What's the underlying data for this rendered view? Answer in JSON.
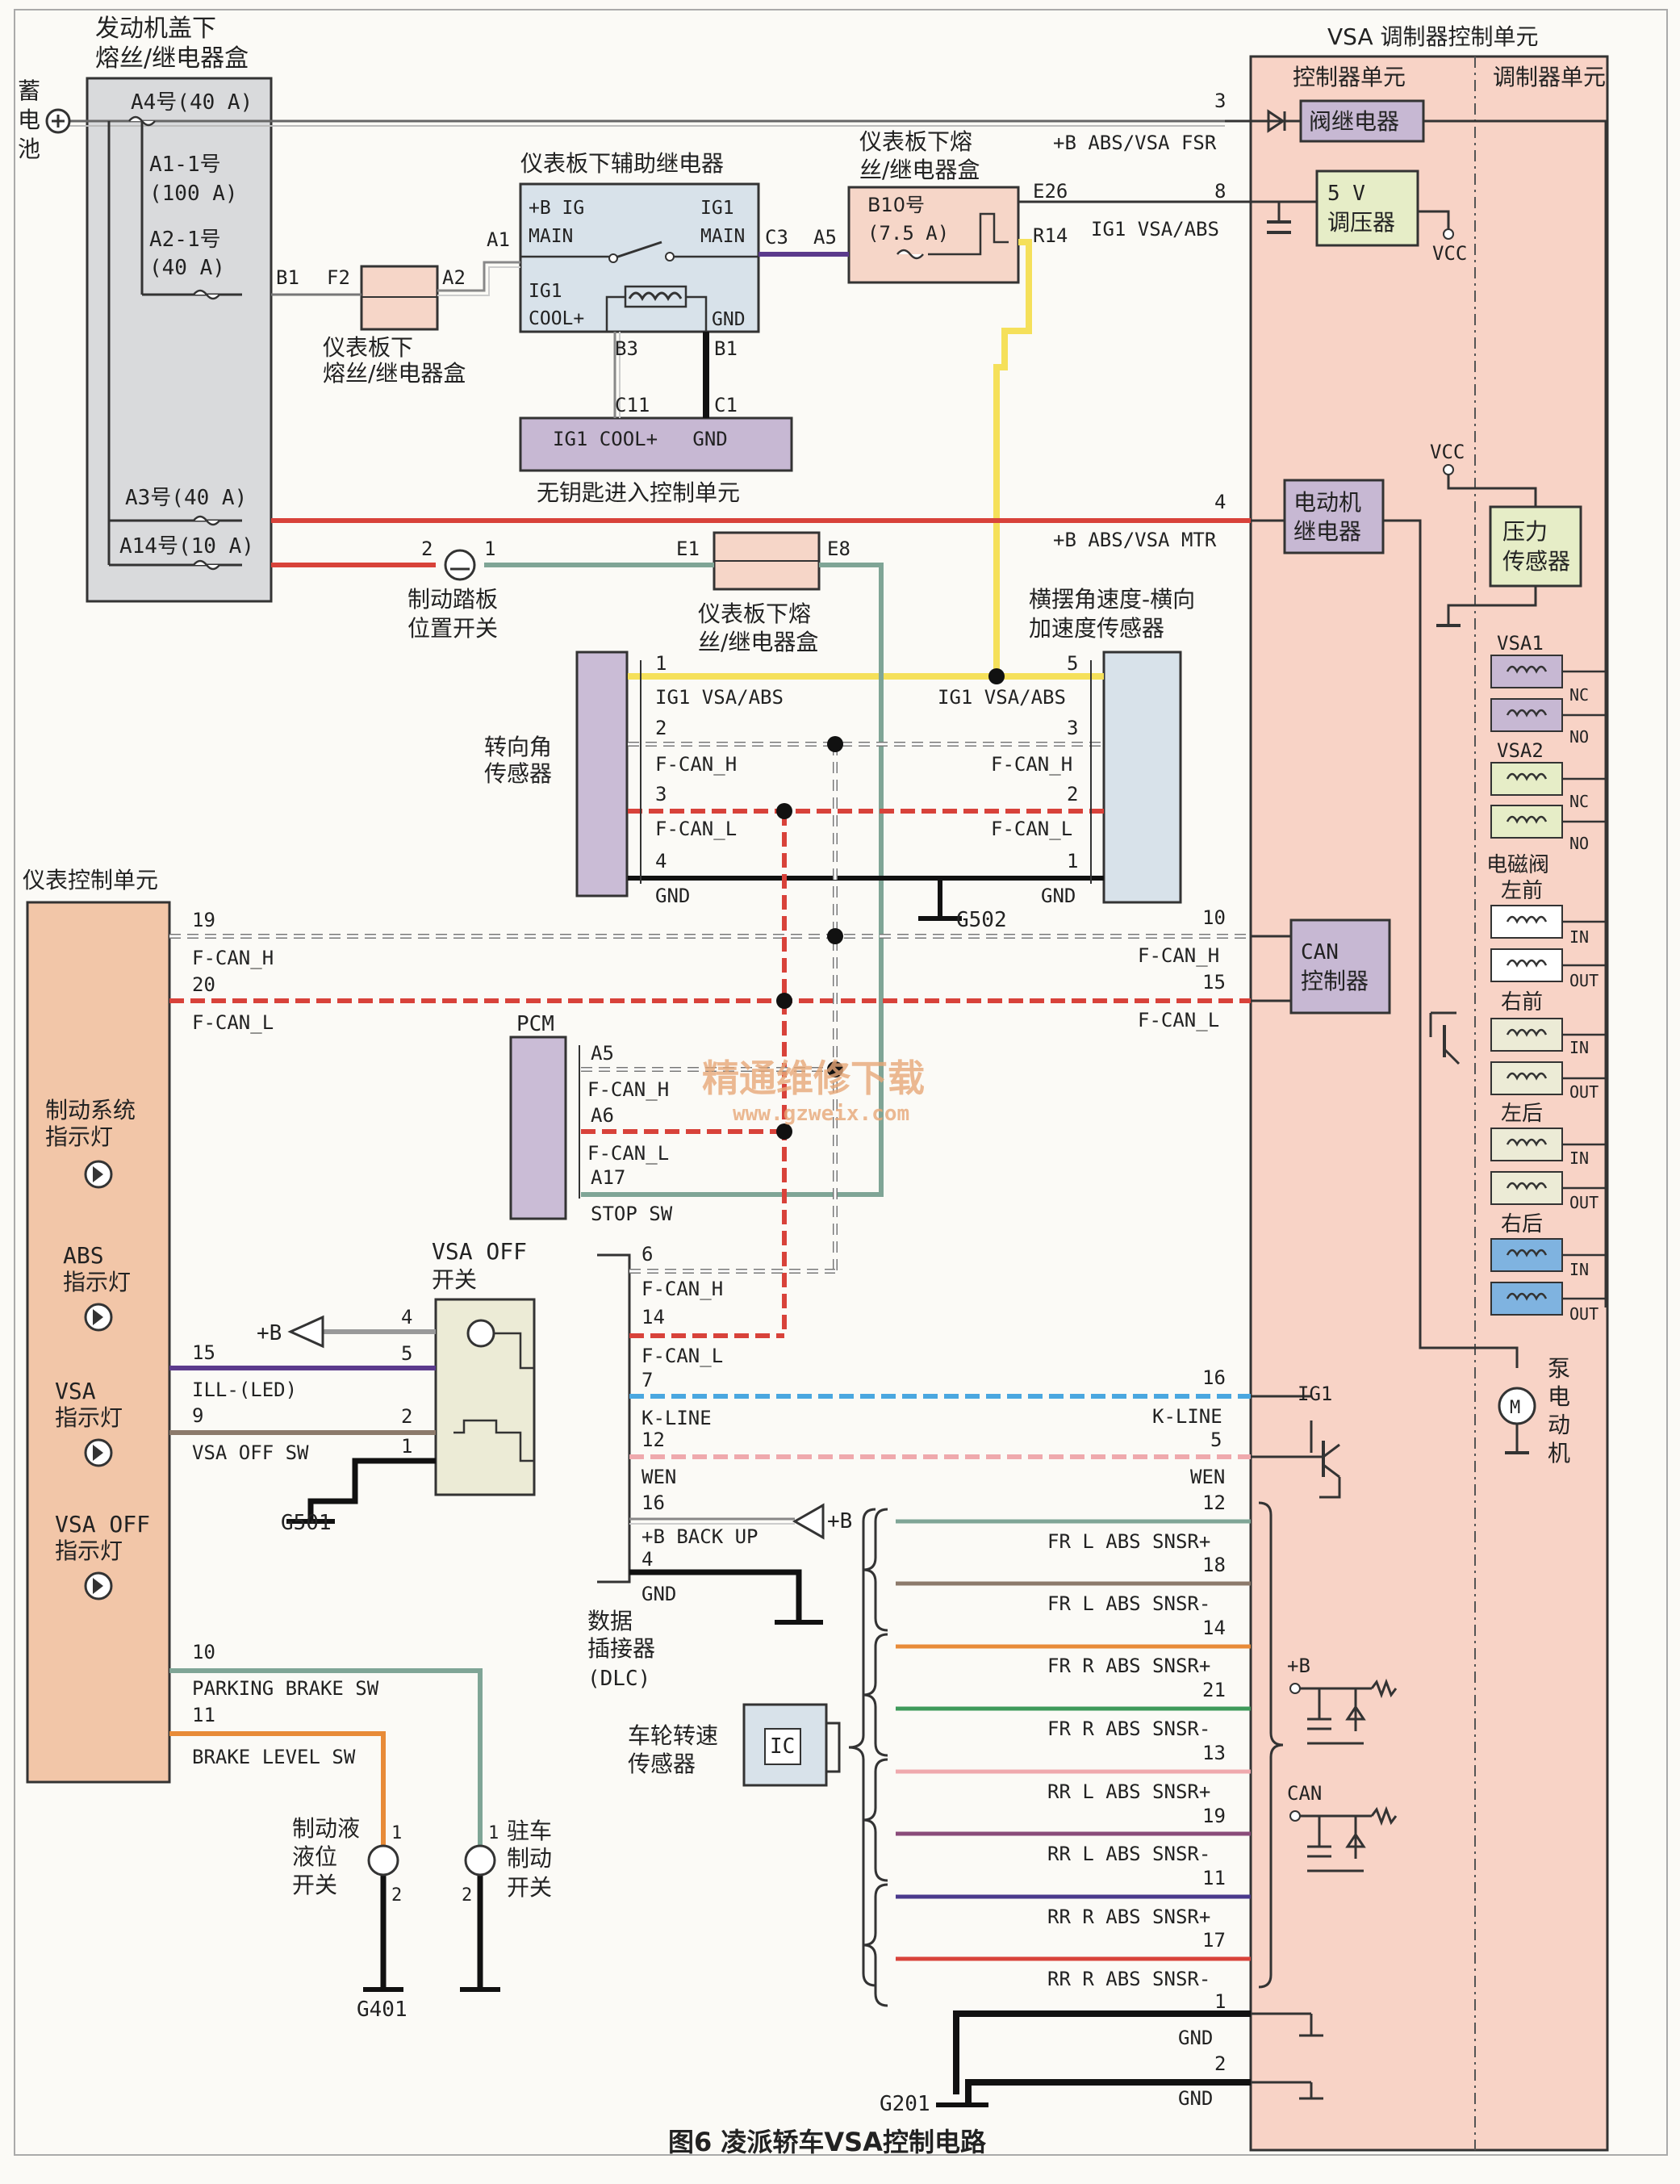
{
  "caption": "图6 凌派轿车VSA控制电路",
  "watermark": {
    "line1": "精通维修下载",
    "line2": "www.gzweix.com"
  },
  "battery": {
    "label": [
      "蓄",
      "电",
      "池"
    ]
  },
  "engine_fuse_box": {
    "title": [
      "发动机盖下",
      "熔丝/继电器盒"
    ],
    "fuses": [
      "A4号(40 A)",
      "A1-1号",
      "(100 A)",
      "A2-1号",
      "(40 A)",
      "A3号(40 A)",
      "A14号(10 A)"
    ],
    "pins": {
      "b1": "B1"
    }
  },
  "dash_fuse_box_1": {
    "title": [
      "仪表板下",
      "熔丝/继电器盒"
    ],
    "pins": {
      "left": "F2",
      "right": "A2"
    }
  },
  "aux_relay": {
    "title": "仪表板下辅助继电器",
    "inner": {
      "main_l1": "+B IG",
      "main_l2": "MAIN",
      "ig1_l1": "IG1",
      "ig1_l2": "MAIN",
      "cool_l1": "IG1",
      "cool_l2": "COOL+",
      "gnd": "GND"
    },
    "pins": {
      "a1": "A1",
      "c3": "C3",
      "b3": "B3",
      "b1": "B1"
    }
  },
  "keyless_unit": {
    "title": "无钥匙进入控制单元",
    "inner": "IG1 COOL+   GND",
    "pins": {
      "c11": "C11",
      "c1": "C1"
    }
  },
  "dash_fuse_box_2": {
    "title": [
      "仪表板下熔",
      "丝/继电器盒"
    ],
    "fuse": [
      "B10号",
      "(7.5 A)"
    ],
    "pins": {
      "a5": "A5",
      "e26": "E26",
      "r14": "R14"
    }
  },
  "brake_pedal_switch": {
    "label": [
      "制动踏板",
      "位置开关"
    ],
    "pins": [
      "2",
      "1"
    ]
  },
  "dash_fuse_box_3": {
    "label": [
      "仪表板下熔",
      "丝/继电器盒"
    ],
    "pins": {
      "e1": "E1",
      "e8": "E8"
    }
  },
  "steering_sensor": {
    "label": [
      "转向角",
      "传感器"
    ],
    "pins": [
      "1",
      "2",
      "3",
      "4"
    ],
    "signals": [
      "IG1 VSA/ABS",
      "F-CAN_H",
      "F-CAN_L",
      "GND"
    ]
  },
  "yaw_sensor": {
    "label": [
      "横摆角速度-横向",
      "加速度传感器"
    ],
    "pins": [
      "5",
      "3",
      "2",
      "1"
    ],
    "signals": [
      "IG1 VSA/ABS",
      "F-CAN_H",
      "F-CAN_L",
      "GND"
    ]
  },
  "ground_labels": [
    "G502",
    "G501",
    "G401",
    "G201"
  ],
  "meter_unit": {
    "title": "仪表控制单元",
    "lamps": [
      [
        "制动系统",
        "指示灯"
      ],
      [
        "ABS",
        "指示灯"
      ],
      [
        "VSA",
        "指示灯"
      ],
      [
        "VSA OFF",
        "指示灯"
      ]
    ],
    "pins": [
      "19",
      "20",
      "15",
      "9",
      "10",
      "11"
    ],
    "signals": [
      "F-CAN_H",
      "F-CAN_L",
      "ILL-(LED)",
      "VSA OFF SW",
      "PARKING BRAKE SW",
      "BRAKE LEVEL SW"
    ]
  },
  "pcm": {
    "title": "PCM",
    "pins": [
      "A5",
      "A6",
      "A17"
    ],
    "signals": [
      "F-CAN_H",
      "F-CAN_L",
      "STOP SW"
    ]
  },
  "vsa_off_switch": {
    "title": [
      "VSA OFF",
      "开关"
    ],
    "pins": [
      "4",
      "5",
      "2",
      "1"
    ],
    "plus_b": "+B"
  },
  "dlc": {
    "label": [
      "数据",
      "插接器",
      "(DLC)"
    ],
    "pins": [
      "6",
      "14",
      "7",
      "12",
      "16",
      "4"
    ],
    "signals": [
      "F-CAN_H",
      "F-CAN_L",
      "K-LINE",
      "WEN",
      "+B BACK UP",
      "GND"
    ],
    "plus_b": "+B"
  },
  "wheel_sensor": {
    "label": [
      "车轮转速",
      "传感器"
    ],
    "ic": "IC"
  },
  "brake_fluid_switch": {
    "label": [
      "制动液",
      "液位",
      "开关"
    ],
    "pins": [
      "1",
      "2"
    ]
  },
  "parking_switch": {
    "label": [
      "驻车",
      "制动",
      "开关"
    ],
    "pins": [
      "1",
      "2"
    ]
  },
  "vsa_unit": {
    "title": "VSA 调制器控制单元",
    "controller": "控制器单元",
    "modulator": "调制器单元",
    "valve_relay": "阀继电器",
    "regulator": [
      "5 V",
      "调压器"
    ],
    "vcc": "VCC",
    "motor_relay": [
      "电动机",
      "继电器"
    ],
    "pressure_sensor": [
      "压力",
      "传感器"
    ],
    "can_ctrl": [
      "CAN",
      "控制器"
    ],
    "ig1": "IG1",
    "plus_b": "+B",
    "can": "CAN",
    "pump_motor": [
      "泵",
      "电",
      "动",
      "机"
    ],
    "motor_symbol": "M",
    "valves": {
      "vsa1": "VSA1",
      "vsa2": "VSA2",
      "solenoid": "电磁阀",
      "lf": "左前",
      "rf": "右前",
      "lr": "左后",
      "rr": "右后",
      "nc": "NC",
      "no": "NO",
      "in": "IN",
      "out": "OUT"
    },
    "pins": [
      "3",
      "8",
      "4",
      "10",
      "15",
      "16",
      "5",
      "12",
      "18",
      "14",
      "21",
      "13",
      "19",
      "11",
      "17",
      "1",
      "2"
    ],
    "signals": [
      "+B ABS/VSA FSR",
      "IG1 VSA/ABS",
      "+B ABS/VSA MTR",
      "F-CAN_H",
      "F-CAN_L",
      "K-LINE",
      "WEN",
      "FR L ABS SNSR+",
      "FR L ABS SNSR-",
      "FR R ABS SNSR+",
      "FR R ABS SNSR-",
      "RR L ABS SNSR+",
      "RR L ABS SNSR-",
      "RR R ABS SNSR+",
      "RR R ABS SNSR-",
      "GND",
      "GND"
    ]
  }
}
